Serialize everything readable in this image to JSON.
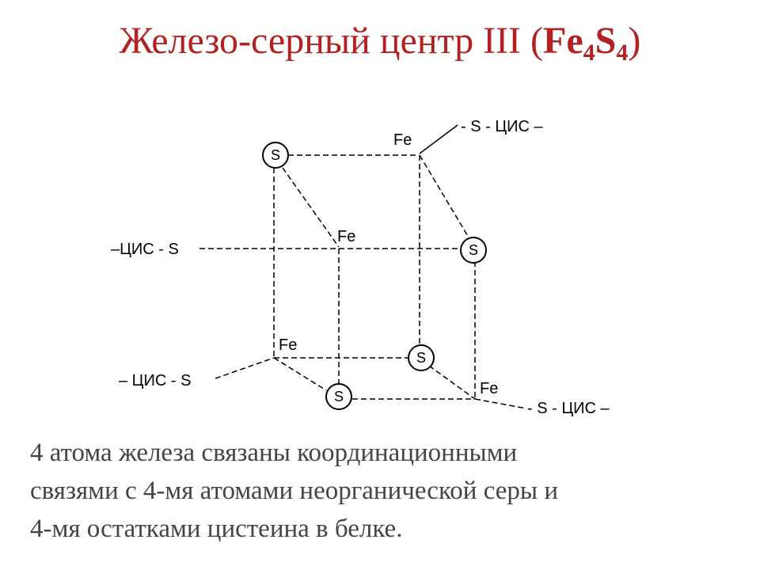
{
  "title": {
    "text": "Железо-серный центр III (",
    "formula": {
      "el1": "Fe",
      "n1": "4",
      "el2": "S",
      "n2": "4"
    },
    "close": ")"
  },
  "diagram": {
    "fe_label": "Fe",
    "s_label": "S",
    "ligands": {
      "top_right": "- S - ЦИС –",
      "left_mid": "–ЦИС - S",
      "left_low": "– ЦИС - S",
      "bottom_right": "- S - ЦИС –"
    }
  },
  "caption": {
    "lines": [
      "4 атома железа связаны координационными",
      "связями с 4-мя атомами неорганической серы и",
      "4-мя остатками цистеина в белке."
    ]
  },
  "colors": {
    "title": "#b22222",
    "caption": "#444444",
    "lines": "#000000"
  }
}
